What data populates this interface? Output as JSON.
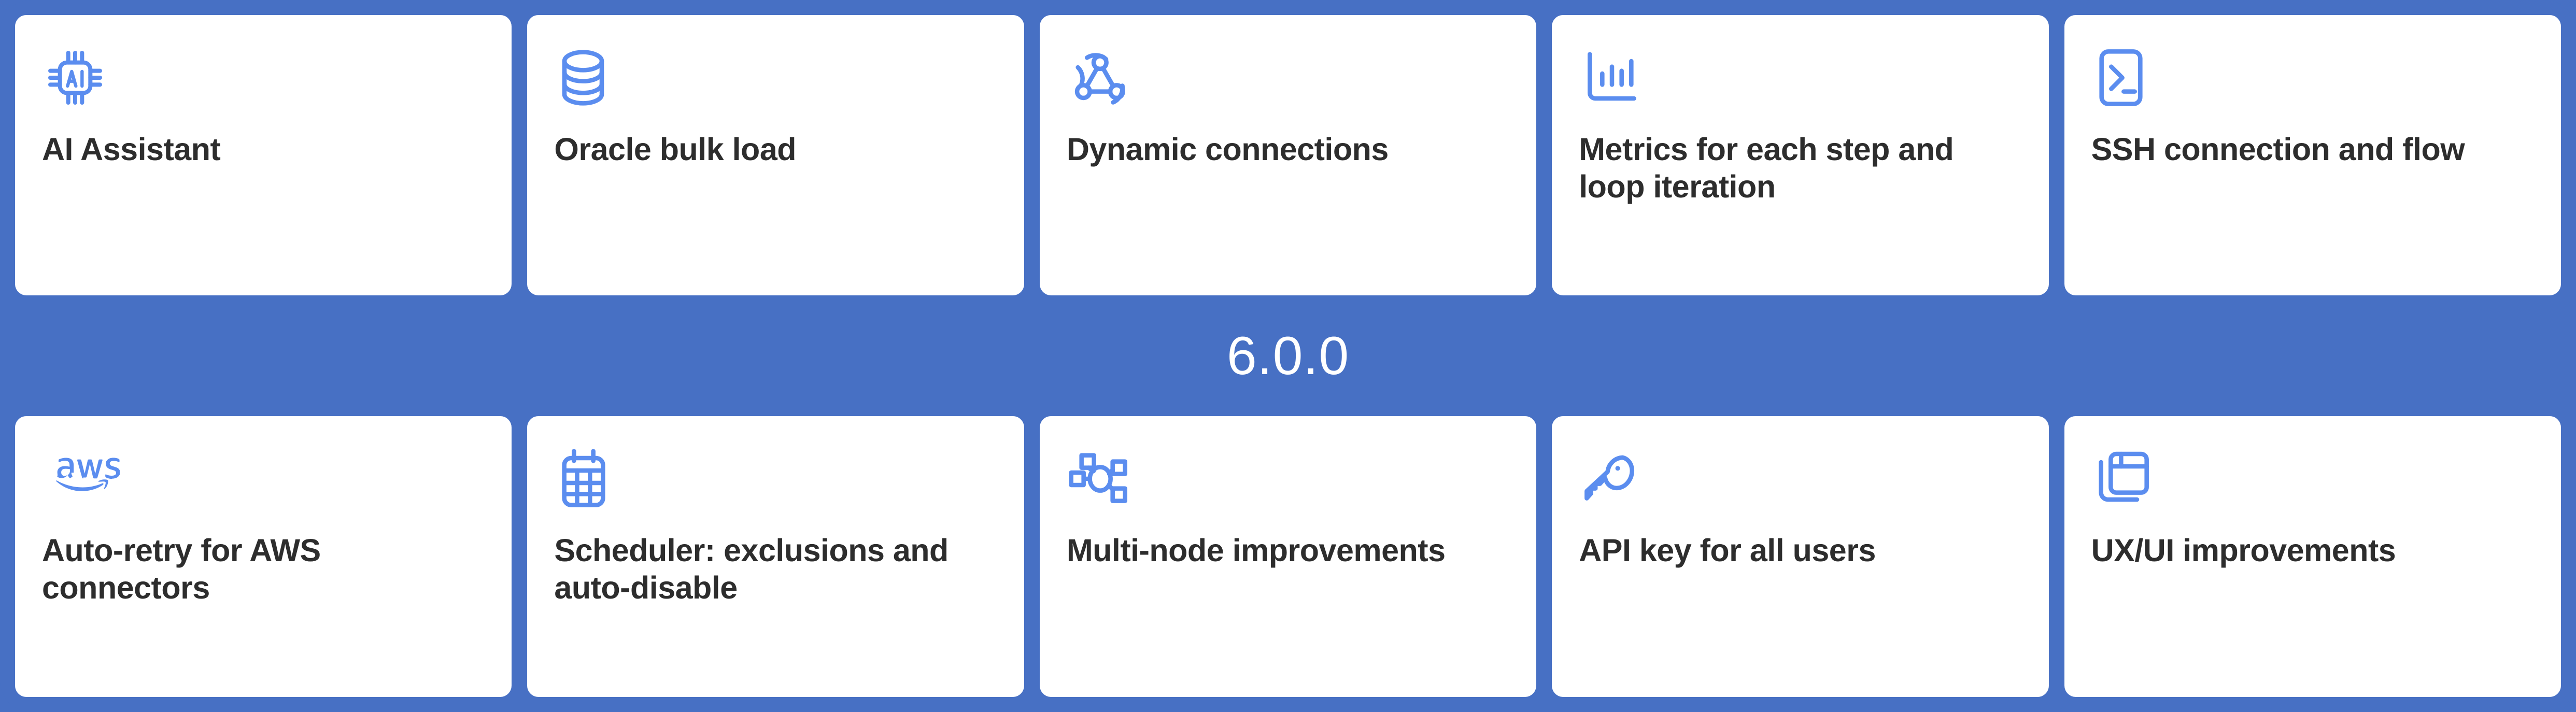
{
  "theme": {
    "background_color": "#4770c4",
    "card_background_color": "#ffffff",
    "icon_color": "#5b8def",
    "title_color": "#2d2d2d",
    "version_color": "#ffffff"
  },
  "version": {
    "label": "6.0.0"
  },
  "rows": [
    {
      "name": "top-row",
      "cards": [
        {
          "icon": "ai-chip-icon",
          "title": "AI Assistant"
        },
        {
          "icon": "database-icon",
          "title": "Oracle bulk load"
        },
        {
          "icon": "webhook-nodes-icon",
          "title": "Dynamic connections"
        },
        {
          "icon": "bar-chart-icon",
          "title": "Metrics for each step and loop iteration"
        },
        {
          "icon": "terminal-icon",
          "title": "SSH connection and flow"
        }
      ]
    },
    {
      "name": "bottom-row",
      "cards": [
        {
          "icon": "aws-logo-icon",
          "title": "Auto-retry for AWS connectors"
        },
        {
          "icon": "calendar-icon",
          "title": "Scheduler: exclusions and auto-disable"
        },
        {
          "icon": "hub-network-icon",
          "title": "Multi-node improvements"
        },
        {
          "icon": "key-icon",
          "title": "API key for all users"
        },
        {
          "icon": "window-layout-icon",
          "title": "UX/UI improvements"
        }
      ]
    }
  ]
}
